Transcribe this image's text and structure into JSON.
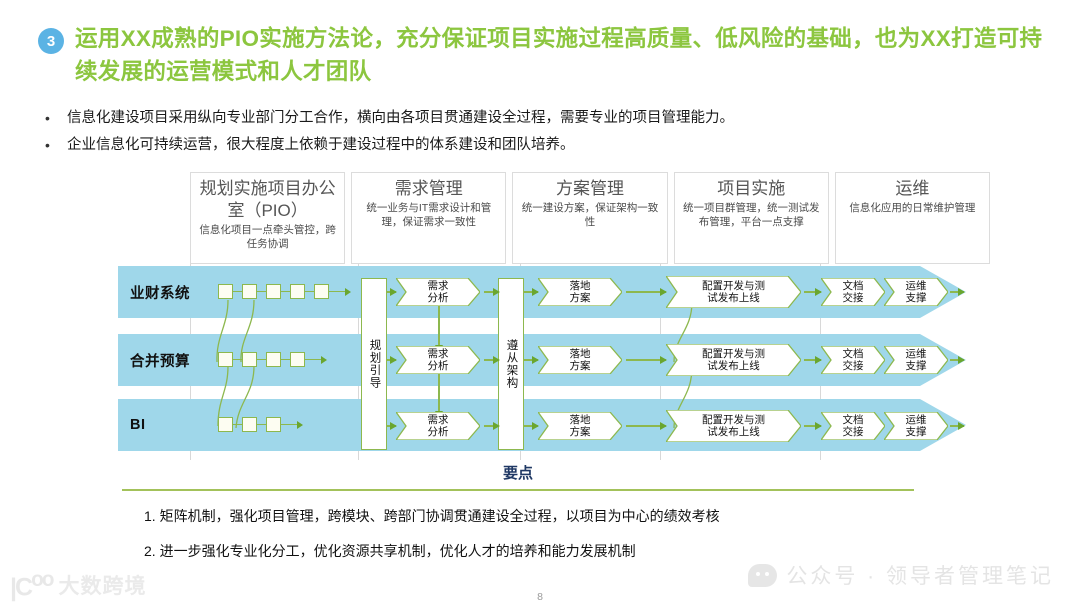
{
  "slide": {
    "badge_number": "3",
    "title": "运用XX成熟的PIO实施方法论，充分保证项目实施过程高质量、低风险的基础，也为XX打造可持续发展的运营模式和人才团队",
    "page_number": "8"
  },
  "bullets": [
    {
      "marker": "•",
      "text": "信息化建设项目采用纵向专业部门分工合作，横向由各项目贯通建设全过程，需要专业的项目管理能力。"
    },
    {
      "marker": "•",
      "text": "企业信息化可持续运营，很大程度上依赖于建设过程中的体系建设和团队培养。"
    }
  ],
  "columns": [
    {
      "title": "规划实施项目办公室（PIO）",
      "subtitle": "信息化项目一点牵头管控，跨任务协调"
    },
    {
      "title": "需求管理",
      "subtitle": "统一业务与IT需求设计和管理，保证需求一致性"
    },
    {
      "title": "方案管理",
      "subtitle": "统一建设方案，保证架构一致性"
    },
    {
      "title": "项目实施",
      "subtitle": "统一项目群管理，统一测试发布管理，平台一点支撑"
    },
    {
      "title": "运维",
      "subtitle": "信息化应用的日常维护管理"
    }
  ],
  "lanes": [
    {
      "label": "业财系统",
      "square_count": 5,
      "steps": [
        "需求\n分析",
        "落地\n方案",
        "配置开发与测\n试发布上线",
        "文档\n交接",
        "运维\n支撑"
      ]
    },
    {
      "label": "合并预算",
      "square_count": 4,
      "steps": [
        "需求\n分析",
        "落地\n方案",
        "配置开发与测\n试发布上线",
        "文档\n交接",
        "运维\n支撑"
      ]
    },
    {
      "label": "BI",
      "square_count": 3,
      "steps": [
        "需求\n分析",
        "落地\n方案",
        "配置开发与测\n试发布上线",
        "文档\n交接",
        "运维\n支撑"
      ]
    }
  ],
  "pillars": [
    {
      "label": "规划引导"
    },
    {
      "label": "遵从架构"
    }
  ],
  "keypoints": {
    "title": "要点",
    "items": [
      "1. 矩阵机制，强化项目管理，跨模块、跨部门协调贯通建设全过程，以项目为中心的绩效考核",
      "2. 进一步强化专业化分工，优化资源共享机制，优化人才的培养和能力发展机制"
    ]
  },
  "watermarks": {
    "left_text": "大数跨境",
    "right_text": "公众号 · 领导者管理笔记"
  },
  "colors": {
    "title_green": "#8cc63f",
    "badge_blue": "#5bb3e4",
    "band_blue": "#9fd7ea",
    "shape_green": "#8db84e",
    "keypoint_navy": "#1f3864"
  }
}
